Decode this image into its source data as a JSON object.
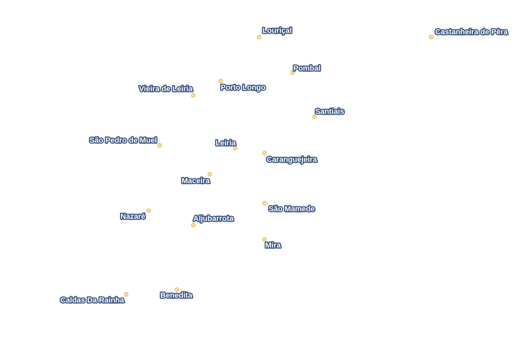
{
  "map": {
    "marker_fill": "#f7dea6",
    "marker_stroke": "#e9bf72",
    "label_fill": "#ffffff",
    "label_halo": "#2f4a78",
    "places": [
      {
        "name": "Louriçal"
      },
      {
        "name": "Castanheira de Pêra"
      },
      {
        "name": "Pombal"
      },
      {
        "name": "Porto Longo"
      },
      {
        "name": "Vieira de Leiria"
      },
      {
        "name": "Santiais"
      },
      {
        "name": "São Pedro de Muel"
      },
      {
        "name": "Leiria"
      },
      {
        "name": "Caranguejeira"
      },
      {
        "name": "Maceira"
      },
      {
        "name": "São Mamede"
      },
      {
        "name": "Nazaré"
      },
      {
        "name": "Aljubarrota"
      },
      {
        "name": "Mira"
      },
      {
        "name": "Benedita"
      },
      {
        "name": "Caldas Da Rainha"
      }
    ]
  }
}
